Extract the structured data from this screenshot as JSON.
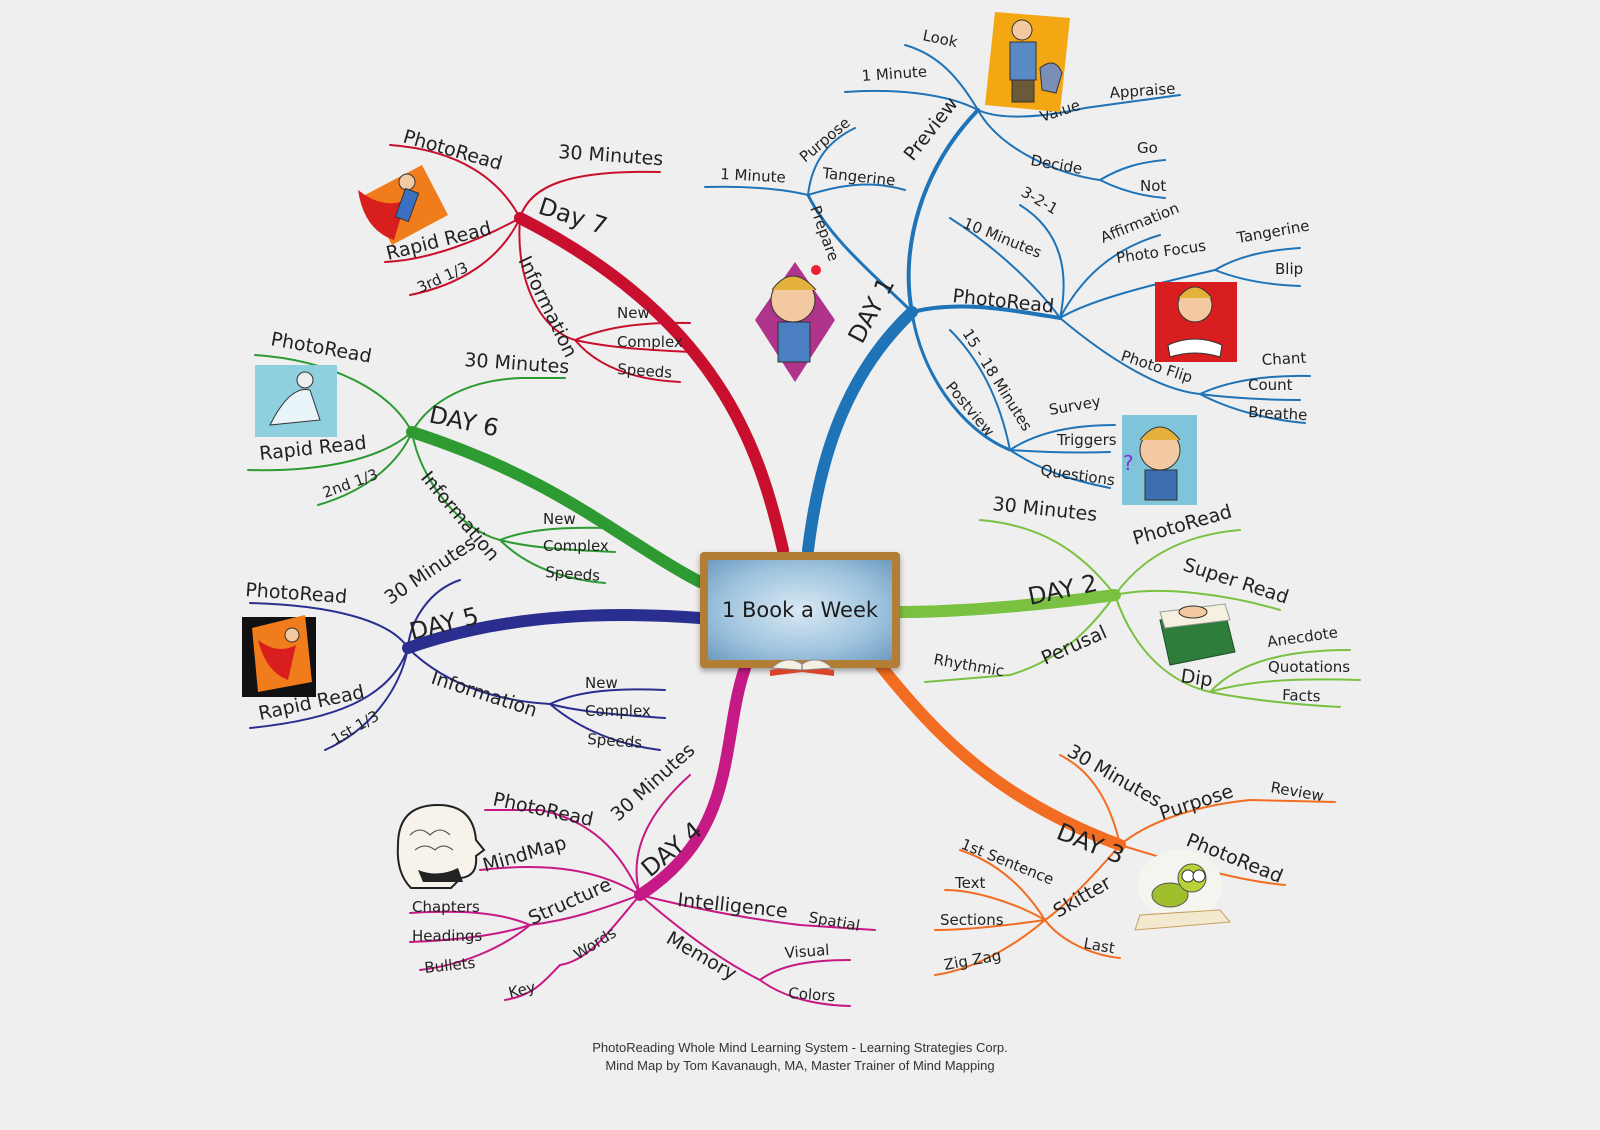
{
  "center": {
    "title": "1 Book a Week"
  },
  "colors": {
    "day1": "#1f73b7",
    "day2": "#7ac142",
    "day3": "#f26d21",
    "day4": "#c51a85",
    "day5": "#2a2f8f",
    "day6": "#2d9a32",
    "day7": "#c8102e"
  },
  "day1": {
    "label": "DAY 1",
    "preview": "Preview",
    "look": "Look",
    "one_minute_a": "1 Minute",
    "value": "Value",
    "appraise": "Appraise",
    "decide": "Decide",
    "go": "Go",
    "not": "Not",
    "prepare": "Prepare",
    "purpose": "Purpose",
    "tangerine_a": "Tangerine",
    "one_minute_b": "1 Minute",
    "photoread": "PhotoRead",
    "three_two_one": "3-2-1",
    "ten_minutes": "10 Minutes",
    "affirmation": "Affirmation",
    "photo_focus": "Photo Focus",
    "tangerine_b": "Tangerine",
    "blip": "Blip",
    "photo_flip": "Photo Flip",
    "chant": "Chant",
    "count": "Count",
    "breathe": "Breathe",
    "postview": "Postview",
    "fifteen_minutes": "15 - 18 Minutes",
    "survey": "Survey",
    "triggers": "Triggers",
    "questions": "Questions"
  },
  "day2": {
    "label": "DAY 2",
    "thirty": "30 Minutes",
    "photoread": "PhotoRead",
    "super_read": "Super Read",
    "perusal": "Perusal",
    "rhythmic": "Rhythmic",
    "dip": "Dip",
    "anecdote": "Anecdote",
    "quotations": "Quotations",
    "facts": "Facts"
  },
  "day3": {
    "label": "DAY 3",
    "thirty": "30 Minutes",
    "purpose": "Purpose",
    "review": "Review",
    "photoread": "PhotoRead",
    "skitter": "Skitter",
    "first_sentence": "1st Sentence",
    "text": "Text",
    "sections": "Sections",
    "zig_zag": "Zig Zag",
    "last": "Last"
  },
  "day4": {
    "label": "DAY 4",
    "thirty": "30 Minutes",
    "photoread": "PhotoRead",
    "mindmap": "MindMap",
    "structure": "Structure",
    "chapters": "Chapters",
    "headings": "Headings",
    "bullets": "Bullets",
    "words": "Words",
    "key": "Key",
    "intelligence": "Intelligence",
    "spatial": "Spatial",
    "memory": "Memory",
    "visual": "Visual",
    "colors": "Colors"
  },
  "day5": {
    "label": "DAY 5",
    "thirty": "30 Minutes",
    "photoread": "PhotoRead",
    "rapid_read": "Rapid Read",
    "first_third": "1st 1/3",
    "information": "Information",
    "new": "New",
    "complex": "Complex",
    "speeds": "Speeds"
  },
  "day6": {
    "label": "DAY 6",
    "thirty": "30 Minutes",
    "photoread": "PhotoRead",
    "rapid_read": "Rapid Read",
    "second_third": "2nd 1/3",
    "information": "Information",
    "new": "New",
    "complex": "Complex",
    "speeds": "Speeds"
  },
  "day7": {
    "label": "Day 7",
    "thirty": "30 Minutes",
    "photoread": "PhotoRead",
    "rapid_read": "Rapid Read",
    "third_third": "3rd 1/3",
    "information": "Information",
    "new": "New",
    "complex": "Complex",
    "speeds": "Speeds"
  },
  "footer": {
    "line1": "PhotoReading Whole Mind Learning System - Learning Strategies Corp.",
    "line2": "Mind Map by Tom Kavanaugh, MA, Master Trainer of Mind Mapping"
  },
  "illustrations": [
    "man-with-dog-icon",
    "thinking-man-icon",
    "reading-student-icon",
    "puzzled-man-icon",
    "superhero-icon",
    "book-icon",
    "bookworm-icon",
    "brain-head-icon",
    "open-book-icon"
  ]
}
